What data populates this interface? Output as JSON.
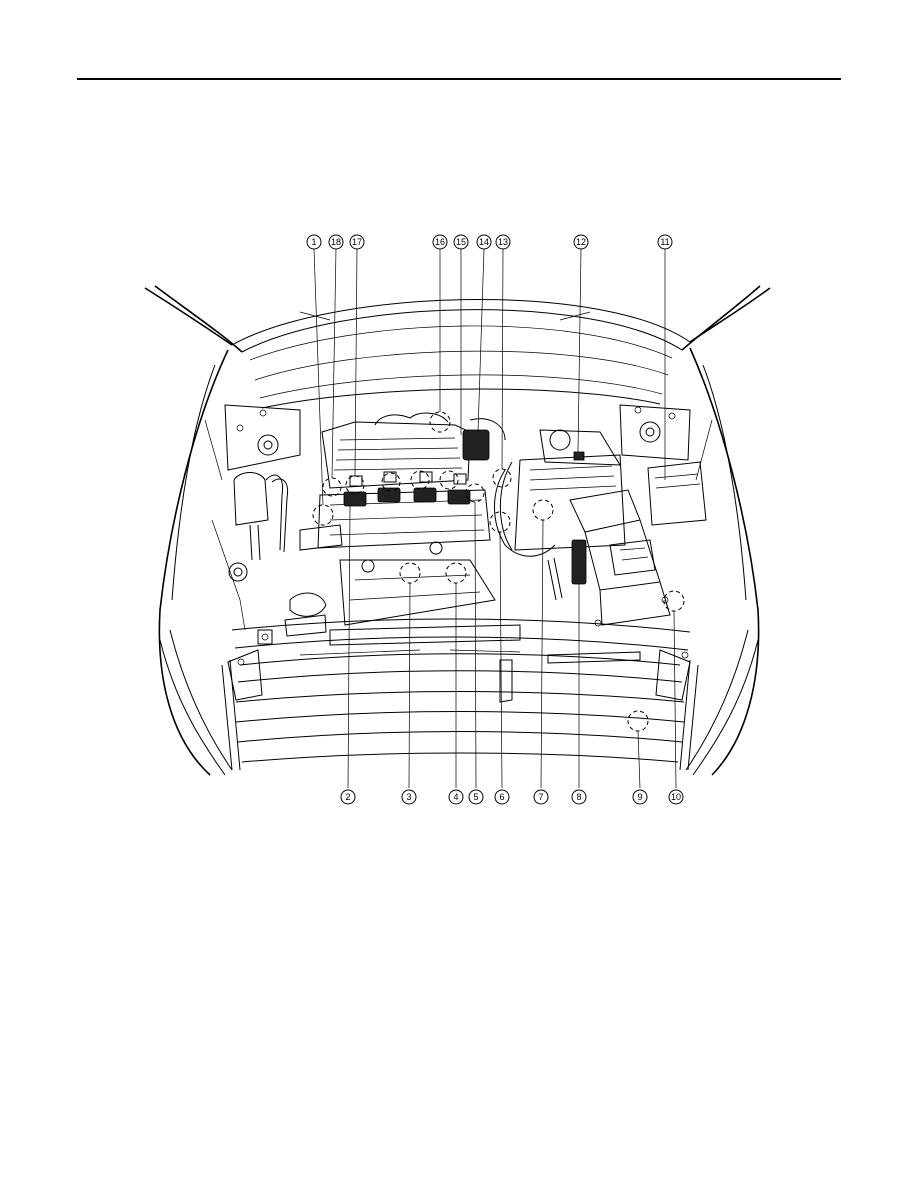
{
  "figure": {
    "callouts_top": [
      "1",
      "18",
      "17",
      "16",
      "15",
      "14",
      "13",
      "12",
      "11"
    ],
    "callouts_bottom": [
      "2",
      "3",
      "4",
      "5",
      "6",
      "7",
      "8",
      "9",
      "10"
    ]
  }
}
